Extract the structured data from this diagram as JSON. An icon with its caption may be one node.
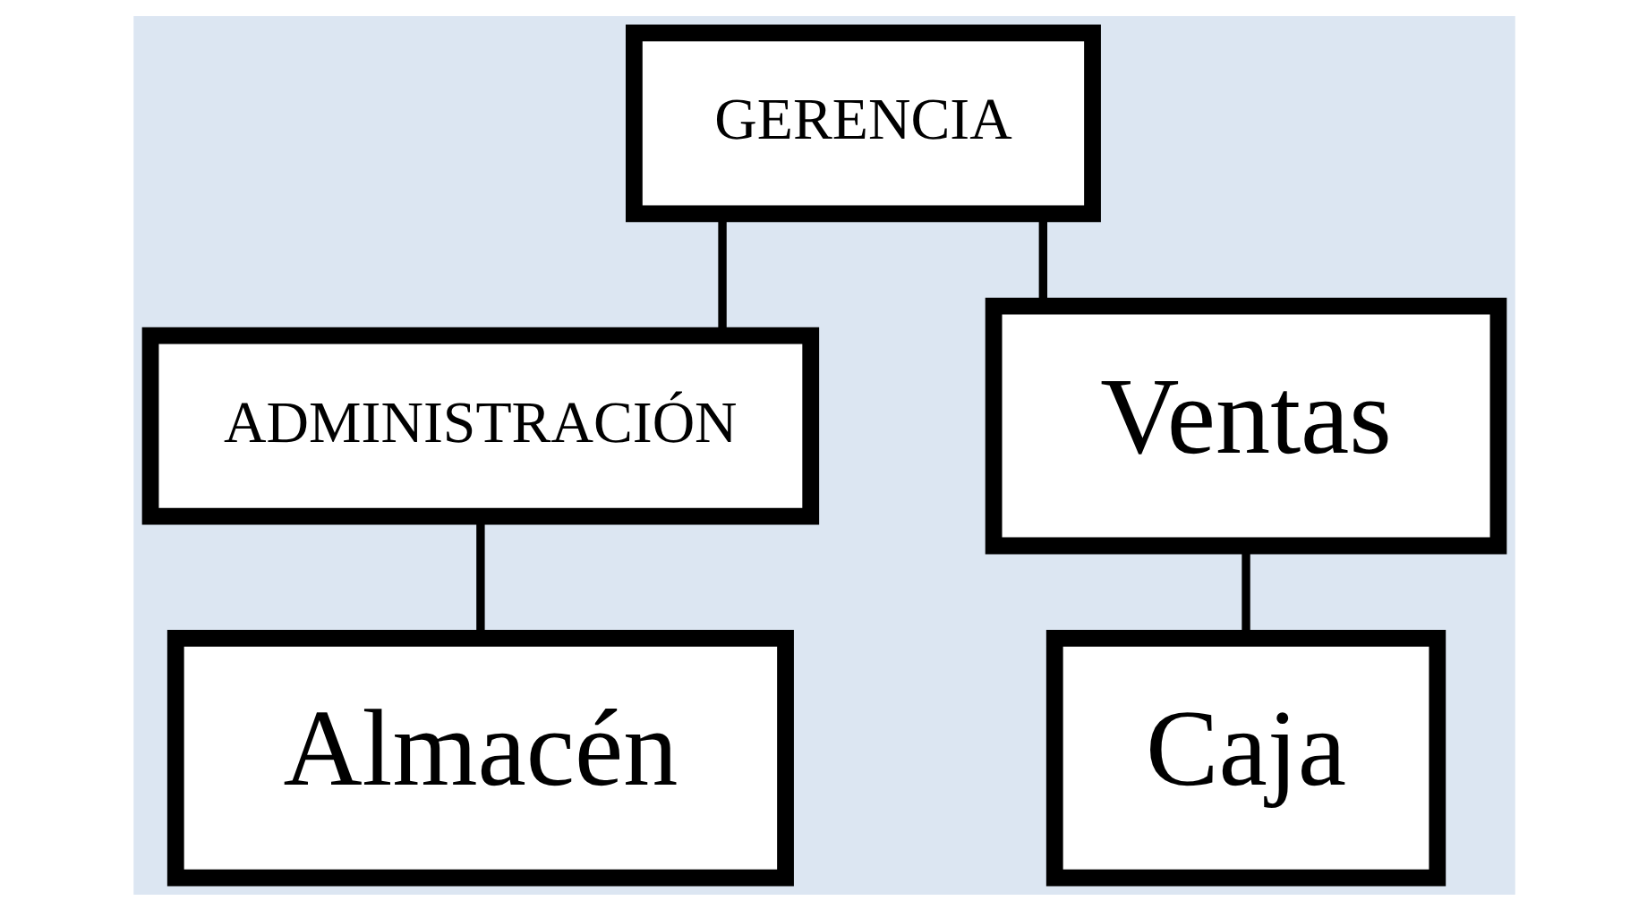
{
  "diagram": {
    "nodes": [
      {
        "text": [
          "GERENCIA"
        ]
      },
      {
        "text": [
          "ADMINISTRACIÓN"
        ]
      },
      {
        "text": [
          "Ventas"
        ]
      },
      {
        "text": [
          "Almacén"
        ]
      },
      {
        "text": [
          "Caja"
        ]
      }
    ],
    "edges": [
      {
        "from": 0,
        "to": 1,
        "arrow": "none"
      },
      {
        "from": 0,
        "to": 2,
        "arrow": "none"
      },
      {
        "from": 1,
        "to": 3,
        "arrow": "none"
      },
      {
        "from": 2,
        "to": 4,
        "arrow": "none"
      }
    ]
  }
}
